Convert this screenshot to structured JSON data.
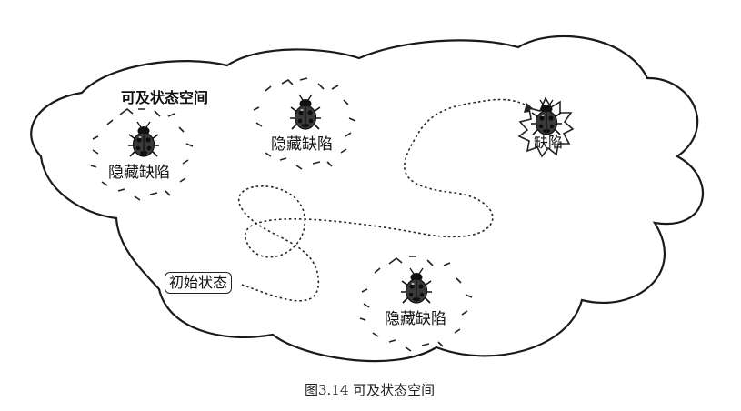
{
  "diagram": {
    "region_label": "可及状态空间",
    "initial_state_label": "初始状态",
    "hidden_defect_label": "隐藏缺陷",
    "found_defect_label": "缺陷",
    "caption": "图3.14 可及状态空间",
    "colors": {
      "outline": "#1a1a1a",
      "bug_body": "#3a3a3a",
      "bug_spots": "#0d0d0d",
      "background": "#ffffff"
    }
  }
}
